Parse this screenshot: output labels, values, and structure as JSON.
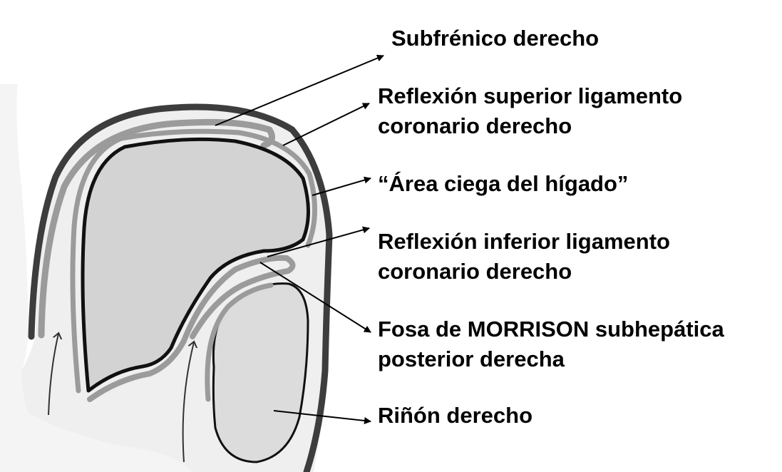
{
  "labels": {
    "subfrenico": "Subfrénico derecho",
    "reflexion_superior": {
      "line1": "Reflexión superior ligamento",
      "line2": "coronario derecho"
    },
    "area_ciega": "“Área ciega del hígado”",
    "reflexion_inferior": {
      "line1": "Reflexión inferior ligamento",
      "line2": "coronario derecho"
    },
    "morrison": {
      "line1": "Fosa de MORRISON subhepática",
      "line2": "posterior derecha"
    },
    "rinon": "Riñón derecho"
  },
  "colors": {
    "peritoneum_dark": "#3d3d3d",
    "peritoneum_gray": "#9b9b9b",
    "liver_fill": "#d3d3d3",
    "kidney_fill": "#dcdcdc",
    "background_fill": "#efefef",
    "text": "#000000"
  }
}
